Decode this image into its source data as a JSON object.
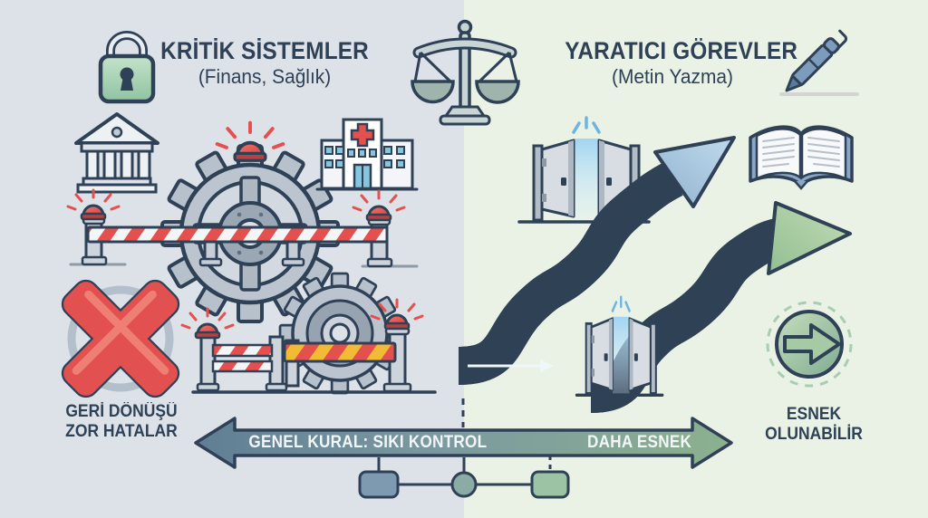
{
  "left_panel": {
    "title": "KRİTİK SİSTEMLER",
    "subtitle": "(Finans, Sağlık)",
    "caption_line1": "GERİ DÖNÜŞÜ",
    "caption_line2": "ZOR HATALAR",
    "icons": [
      "lock-icon",
      "bank-icon",
      "large-gear-alarm-icon",
      "hospital-icon",
      "striped-barrier-icon",
      "red-x-icon",
      "small-gear-barrier-icon"
    ]
  },
  "center": {
    "icon": "balance-scale-icon"
  },
  "right_panel": {
    "title": "YARATICI GÖREVLER",
    "subtitle": "(Metin Yazma)",
    "caption_line1": "ESNEK",
    "caption_line2": "OLUNABİLİR",
    "icons": [
      "open-doors-icon",
      "wavy-blue-arrow-icon",
      "wavy-green-arrow-icon",
      "open-book-icon",
      "circular-arrow-icon",
      "pen-icon"
    ]
  },
  "bottom_axis": {
    "left_label": "GENEL KURAL: SIKI KONTROL",
    "right_label": "DAHA ESNEK"
  },
  "colors": {
    "left_bg": "#dde2e9",
    "right_bg": "#e9f2e5",
    "outline": "#2f4156",
    "alert_red": "#e4504e",
    "stripe_yellow": "#f2bb36",
    "flow_blue": "#a7c6dc",
    "flow_green": "#a5c89f",
    "axis_left": "#5f7e93",
    "axis_right": "#8cb18e"
  }
}
